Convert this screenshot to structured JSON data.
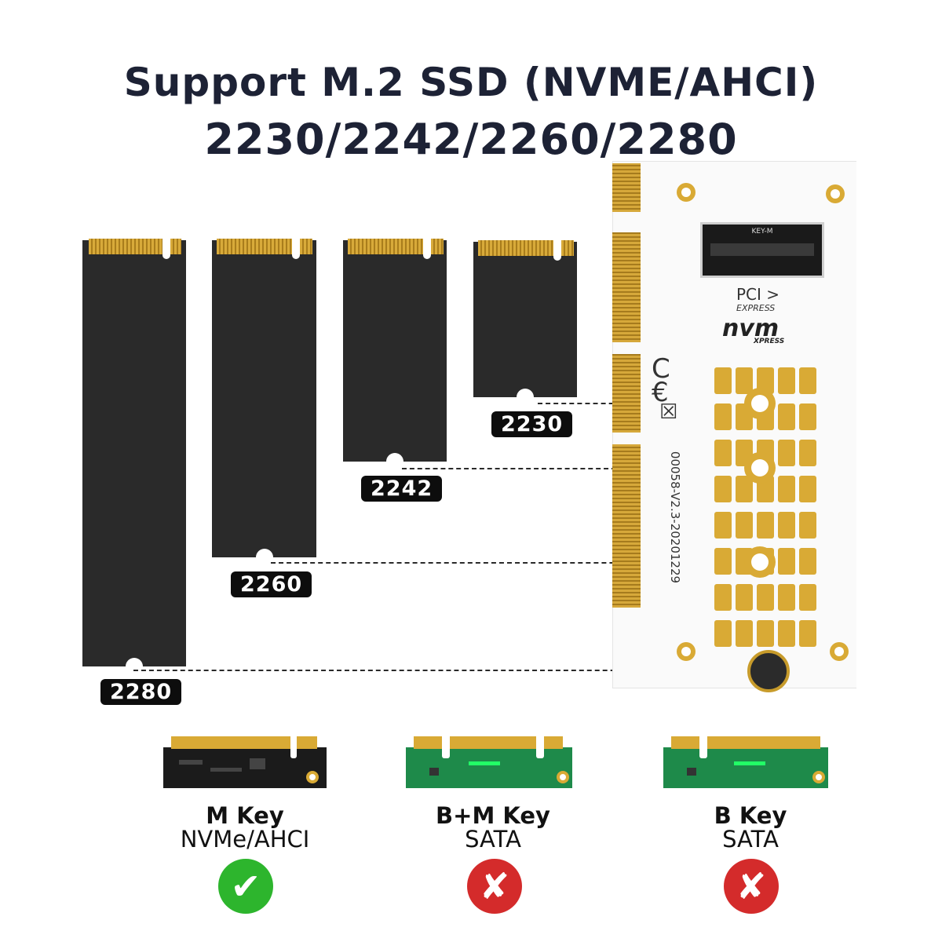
{
  "title": {
    "line1": "Support M.2 SSD (NVME/AHCI)",
    "line2": "2230/2242/2260/2280"
  },
  "ssd_sizes": [
    "2280",
    "2260",
    "2242",
    "2230"
  ],
  "adapter": {
    "slot_label": "KEY-M",
    "pcie_logo": "PCI",
    "pcie_logo_sub": "EXPRESS",
    "nvm_logo": "nvm",
    "nvm_logo_sub": "XPRESS",
    "version_text": "00058-V2.3-20201229"
  },
  "keys": [
    {
      "name": "M Key",
      "protocol": "NVMe/AHCI",
      "supported": true
    },
    {
      "name": "B+M Key",
      "protocol": "SATA",
      "supported": false
    },
    {
      "name": "B Key",
      "protocol": "SATA",
      "supported": false
    }
  ],
  "colors": {
    "title": "#1d2235",
    "ssd_body": "#2a2a2a",
    "gold": "#d9aa35",
    "check_green": "#2db52d",
    "cross_red": "#d42b2b",
    "pcb_green": "#1e8a4a",
    "pcb_black": "#1b1b1b"
  },
  "icons": {
    "supported": "check-icon",
    "unsupported": "cross-icon"
  }
}
